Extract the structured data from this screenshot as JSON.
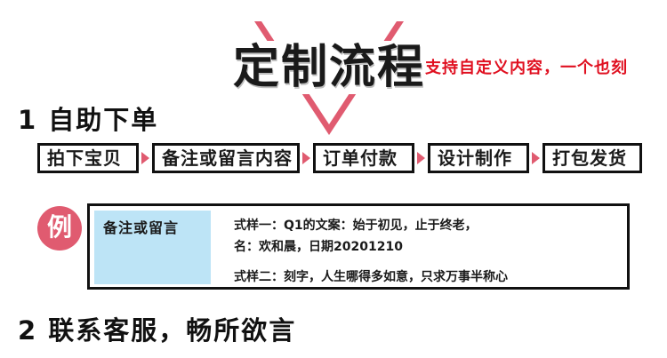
{
  "title": "定制流程",
  "subtitle": "支持自定义内容，一个也刻",
  "section1": {
    "heading": "1 自助下单"
  },
  "steps": [
    "拍下宝贝",
    "备注或留言内容",
    "订单付款",
    "设计制作",
    "打包发货"
  ],
  "example": {
    "badge": "例",
    "label": "备注或留言",
    "line1": "式样一：Q1的文案：始于初见，止于终老，",
    "line2": "名：欢和晨，日期20201210",
    "line3": "式样二：刻字，人生哪得多如意，只求万事半称心"
  },
  "section2": {
    "heading": "2 联系客服，畅所欲言"
  },
  "colors": {
    "accent": "#e05b70",
    "subtitle": "#e01020",
    "label_bg": "#bde4f6"
  }
}
